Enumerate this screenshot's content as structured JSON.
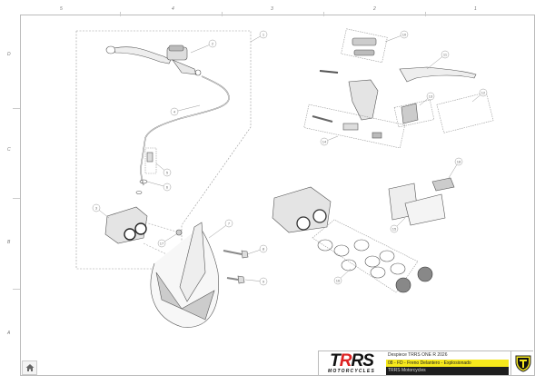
{
  "grid": {
    "columns": [
      "5",
      "4",
      "3",
      "2",
      "1"
    ],
    "rows": [
      "D",
      "C",
      "B",
      "A"
    ]
  },
  "callouts": [
    "1",
    "2",
    "3",
    "4",
    "5",
    "6",
    "7",
    "8",
    "9",
    "10",
    "11",
    "12",
    "13",
    "14",
    "15",
    "16",
    "17",
    "18"
  ],
  "parts": {
    "front_brake_assembly": "1",
    "master_cylinder": "2",
    "caliper": "3",
    "brake_hose": "4",
    "banjo_bolt_kit": "5",
    "washers": "6",
    "disc_guard": "7",
    "guard_bolt_long": "8",
    "guard_bolt_short": "9",
    "reservoir_cap_kit": "10",
    "lever": "11",
    "lever_pivot_kit": "12",
    "clamp": "13",
    "piston_kit": "14",
    "brake_pads": "15",
    "caliper_seal_kit": "16",
    "nuts": "17",
    "pad_pin_clip": "18"
  },
  "title_block": {
    "brand": "TRRS",
    "brand_highlight": "R",
    "brand_sub": "MOTORCYCLES",
    "line1": "Despiece TRRS ONE R 2026",
    "line2": "08 - FD - Freno Delantero - Explosionado",
    "line3": "TRRS Motorcycles",
    "colors": {
      "highlight": "#f6e81c",
      "dark": "#1e1e1e",
      "brand_red": "#d22222"
    }
  },
  "home_button": {
    "icon": "home-icon"
  }
}
